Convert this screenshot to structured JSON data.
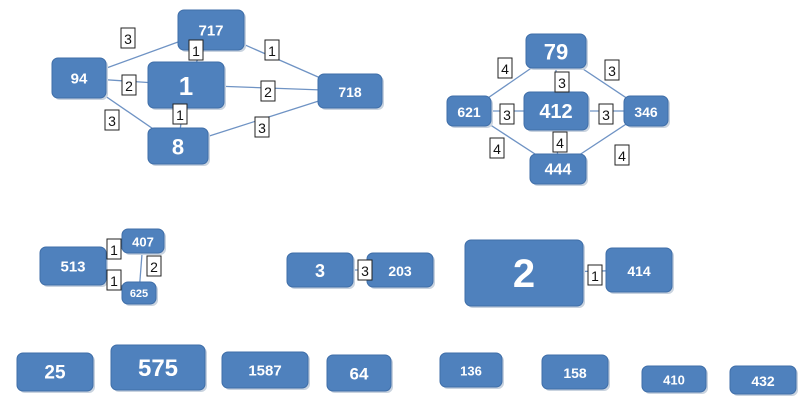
{
  "diagram": {
    "nodes": [
      {
        "id": "n717",
        "label": "717"
      },
      {
        "id": "n94",
        "label": "94"
      },
      {
        "id": "n1",
        "label": "1"
      },
      {
        "id": "n718",
        "label": "718"
      },
      {
        "id": "n8",
        "label": "8"
      },
      {
        "id": "n79",
        "label": "79"
      },
      {
        "id": "n621",
        "label": "621"
      },
      {
        "id": "n412",
        "label": "412"
      },
      {
        "id": "n346",
        "label": "346"
      },
      {
        "id": "n444",
        "label": "444"
      },
      {
        "id": "n513",
        "label": "513"
      },
      {
        "id": "n407",
        "label": "407"
      },
      {
        "id": "n625",
        "label": "625"
      },
      {
        "id": "n3",
        "label": "3"
      },
      {
        "id": "n203",
        "label": "203"
      },
      {
        "id": "n2",
        "label": "2"
      },
      {
        "id": "n414",
        "label": "414"
      },
      {
        "id": "n25",
        "label": "25"
      },
      {
        "id": "n575",
        "label": "575"
      },
      {
        "id": "n1587",
        "label": "1587"
      },
      {
        "id": "n64",
        "label": "64"
      },
      {
        "id": "n136",
        "label": "136"
      },
      {
        "id": "n158",
        "label": "158"
      },
      {
        "id": "n410",
        "label": "410"
      },
      {
        "id": "n432",
        "label": "432"
      }
    ],
    "edges": [
      {
        "id": "e94-717",
        "from": "n94",
        "to": "n717",
        "weight": "3"
      },
      {
        "id": "e717-1",
        "from": "n717",
        "to": "n1",
        "weight": "1"
      },
      {
        "id": "e717-718",
        "from": "n717",
        "to": "n718",
        "weight": "1"
      },
      {
        "id": "e94-1",
        "from": "n94",
        "to": "n1",
        "weight": "2"
      },
      {
        "id": "e1-718",
        "from": "n1",
        "to": "n718",
        "weight": "2"
      },
      {
        "id": "e94-8",
        "from": "n94",
        "to": "n8",
        "weight": "3"
      },
      {
        "id": "e1-8",
        "from": "n1",
        "to": "n8",
        "weight": "1"
      },
      {
        "id": "e8-718",
        "from": "n8",
        "to": "n718",
        "weight": "3"
      },
      {
        "id": "e79-621",
        "from": "n79",
        "to": "n621",
        "weight": "4"
      },
      {
        "id": "e79-412",
        "from": "n79",
        "to": "n412",
        "weight": "3"
      },
      {
        "id": "e79-346",
        "from": "n79",
        "to": "n346",
        "weight": "3"
      },
      {
        "id": "e621-412",
        "from": "n621",
        "to": "n412",
        "weight": "3"
      },
      {
        "id": "e412-346",
        "from": "n412",
        "to": "n346",
        "weight": "3"
      },
      {
        "id": "e412-444",
        "from": "n412",
        "to": "n444",
        "weight": "4"
      },
      {
        "id": "e621-444",
        "from": "n621",
        "to": "n444",
        "weight": "4"
      },
      {
        "id": "e346-444",
        "from": "n346",
        "to": "n444",
        "weight": "4"
      },
      {
        "id": "e513-407",
        "from": "n513",
        "to": "n407",
        "weight": "1"
      },
      {
        "id": "e513-625",
        "from": "n513",
        "to": "n625",
        "weight": "1"
      },
      {
        "id": "e407-625",
        "from": "n407",
        "to": "n625",
        "weight": "2"
      },
      {
        "id": "e3-203",
        "from": "n3",
        "to": "n203",
        "weight": "3"
      },
      {
        "id": "e2-414",
        "from": "n2",
        "to": "n414",
        "weight": "1"
      }
    ]
  }
}
